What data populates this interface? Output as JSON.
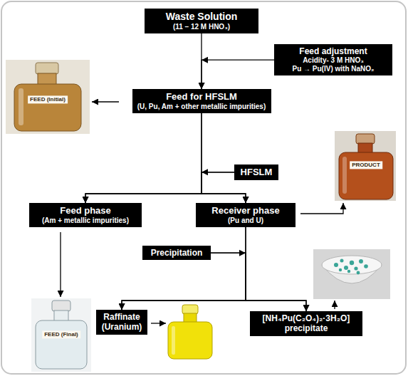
{
  "diagram": {
    "nodes": [
      {
        "text": [
          "Waste Solution",
          "(11 – 12 M HNO₃)"
        ]
      },
      {
        "text": [
          "Feed adjustment",
          "Acidity- 3 M HNO₃",
          "Pu → Pu(IV) with NaNO₂"
        ]
      },
      {
        "text": [
          "Feed for HFSLM",
          "(U, Pu, Am + other metallic impurities)"
        ]
      },
      {
        "text": [
          "HFSLM"
        ]
      },
      {
        "text": [
          "Feed phase",
          "(Am + metallic impurities)"
        ]
      },
      {
        "text": [
          "Receiver phase",
          "(Pu and U)"
        ]
      },
      {
        "text": [
          "Precipitation"
        ]
      },
      {
        "text": [
          "Raffinate",
          "(Uranium)"
        ]
      },
      {
        "text": [
          "[NH₄Pu(C₂O₄)₂·3H₂O]",
          "precipitate"
        ]
      }
    ],
    "edges": [
      {
        "from": 0,
        "to": 2,
        "arrow": "to"
      },
      {
        "from": 1,
        "to": 2,
        "arrow": "to"
      },
      {
        "from": 2,
        "to": 4,
        "arrow": "to"
      },
      {
        "from": 2,
        "to": 5,
        "arrow": "to"
      },
      {
        "from": 3,
        "to": 4,
        "arrow": "to"
      },
      {
        "from": 3,
        "to": 5,
        "arrow": "to"
      },
      {
        "from": 5,
        "to": 7,
        "arrow": "to"
      },
      {
        "from": 5,
        "to": 8,
        "arrow": "to"
      },
      {
        "from": 6,
        "to": 7,
        "arrow": "to"
      },
      {
        "from": 6,
        "to": 8,
        "arrow": "to"
      }
    ],
    "labels": [
      "FEED (Initial)",
      "PRODUCT",
      "FEED (Final)"
    ]
  }
}
